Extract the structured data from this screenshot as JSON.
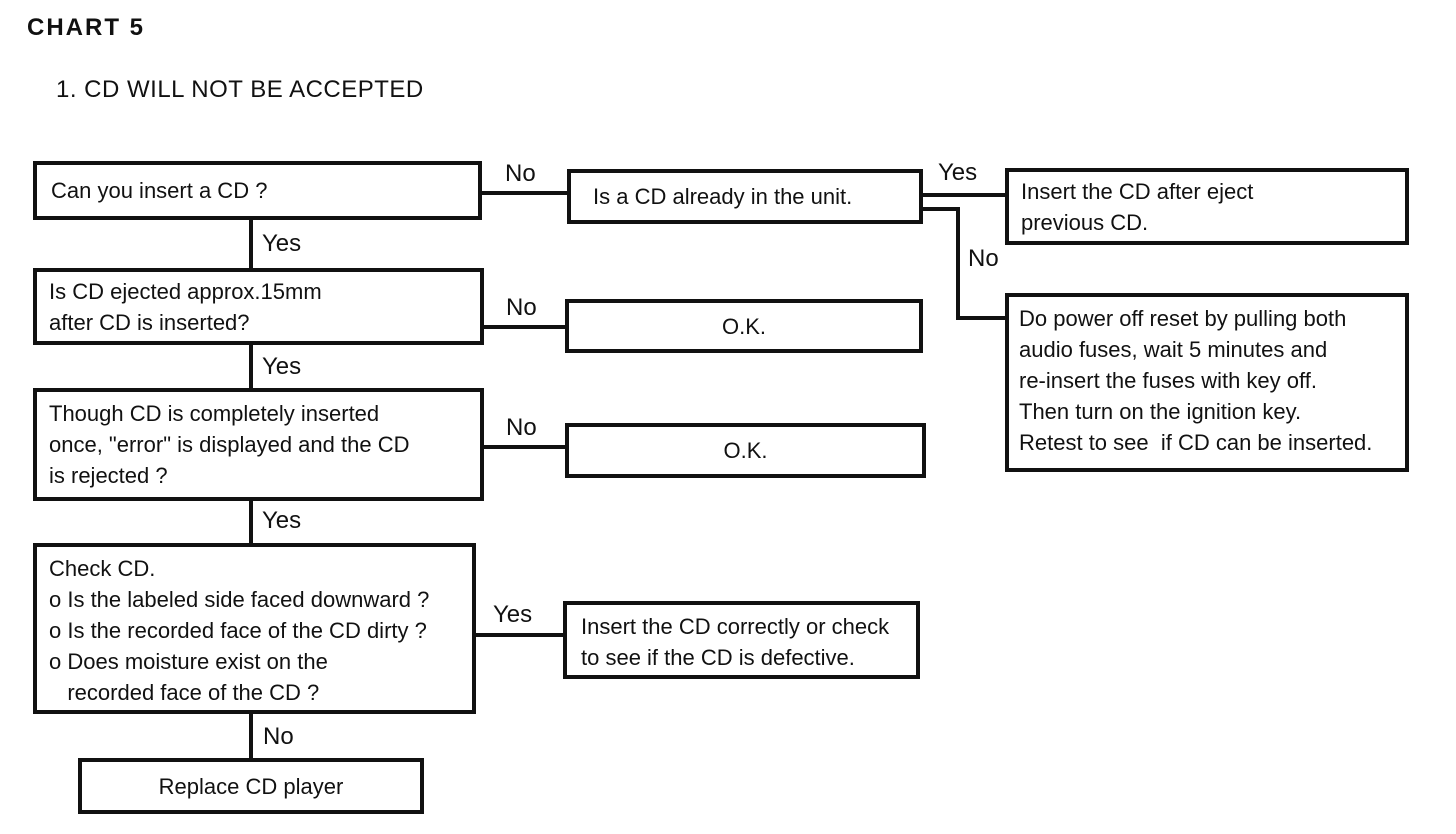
{
  "page": {
    "title": "CHART 5",
    "subtitle": "1. CD WILL NOT BE ACCEPTED"
  },
  "colors": {
    "ink": "#111111",
    "paper": "#ffffff"
  },
  "nodes": {
    "q_can_insert": "Can you insert a CD ?",
    "q_cd_already_in_unit": "Is a CD already in the unit.",
    "a_insert_after_eject": "Insert the CD after eject\nprevious CD.",
    "q_ejected_15mm": "Is CD ejected approx.15mm\nafter CD is inserted?",
    "ok_1": "O.K.",
    "a_power_off_reset": "Do power off reset by pulling both\naudio fuses, wait 5 minutes and\nre-insert the fuses with key off.\nThen turn on the ignition key.\nRetest to see  if CD can be inserted.",
    "q_error_displayed": "Though CD is completely inserted\nonce, \"error\" is displayed and the CD\nis rejected ?",
    "ok_2": "O.K.",
    "q_check_cd": "Check CD.\no Is the labeled side faced downward ?\no Is the recorded face of the CD dirty ?\no Does moisture exist on the\n   recorded face of the CD ?",
    "a_insert_correctly": "Insert the CD correctly or check\nto see if the CD is defective.",
    "end_replace_player": "Replace CD player"
  },
  "edge_labels": {
    "q_can_insert_no": "No",
    "q_can_insert_yes": "Yes",
    "q_cd_already_yes": "Yes",
    "q_cd_already_no": "No",
    "q_ejected_no": "No",
    "q_ejected_yes": "Yes",
    "q_error_no": "No",
    "q_error_yes": "Yes",
    "q_check_yes": "Yes",
    "q_check_no": "No"
  }
}
